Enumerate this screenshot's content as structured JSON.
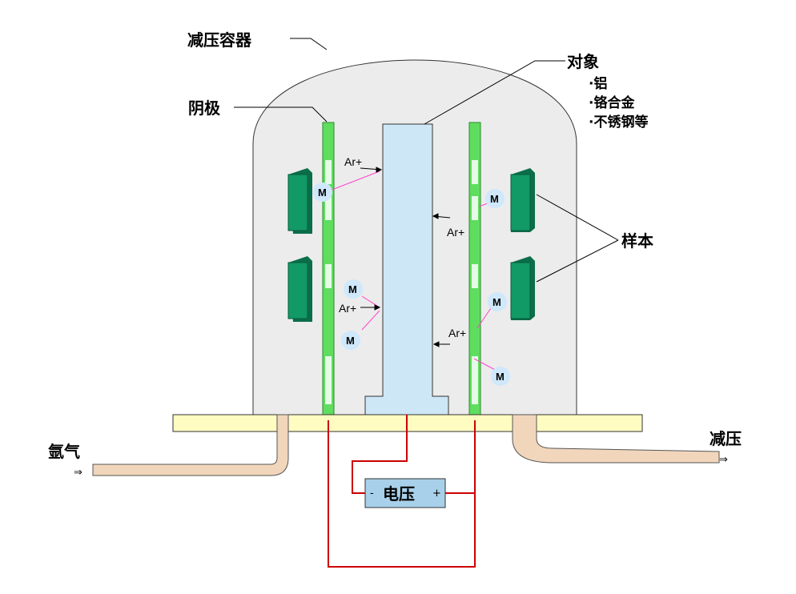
{
  "labels": {
    "chamber": "减压容器",
    "cathode": "阴极",
    "target": "对象",
    "target_items": [
      "·铝",
      "·铬合金",
      "·不锈钢等"
    ],
    "sample": "样本",
    "argon": "氩气",
    "decompress": "减压",
    "voltage": "电压",
    "minus": "-",
    "plus": "+",
    "inflow_arrow": "⇒",
    "outflow_arrow": "⇒"
  },
  "ions": [
    "Ar+",
    "Ar+",
    "Ar+",
    "Ar+"
  ],
  "metal_atoms": [
    "M",
    "M",
    "M",
    "M",
    "M",
    "M"
  ],
  "colors": {
    "chamber_fill": "#ececec",
    "cathode_fill": "#5fdd5f",
    "target_fill": "#cde7f7",
    "sample_fill": "#119966",
    "base_fill": "#fffcc2",
    "pipe_fill": "#f1d6bc",
    "wire": "#cc0000",
    "trajectory": "#ff44cc",
    "voltage_box": "#a8d0ea"
  }
}
